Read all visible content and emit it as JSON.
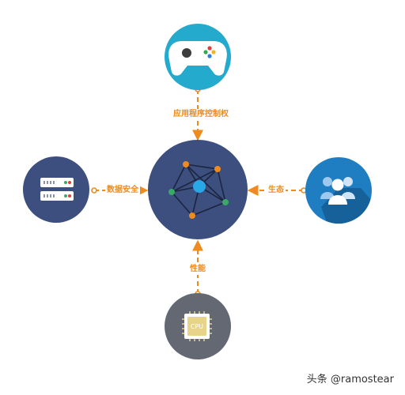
{
  "colors": {
    "accent": "#ef8a1e",
    "hub": "#3c4f7e",
    "apps": "#23aacd",
    "data_security": "#3c4f7e",
    "ecosystem": "#1f7ec1",
    "performance": "#636872"
  },
  "nodes": {
    "hub": {
      "icon": "network-icon"
    },
    "top": {
      "icon": "gamepad-icon"
    },
    "left": {
      "icon": "server-icon"
    },
    "right": {
      "icon": "people-icon"
    },
    "bottom": {
      "icon": "cpu-icon",
      "chip_text": "CPU"
    }
  },
  "labels": {
    "top": "应用程序控制权",
    "left": "数据安全",
    "right": "生态",
    "bottom": "性能"
  },
  "watermark": "头条 @ramostear"
}
